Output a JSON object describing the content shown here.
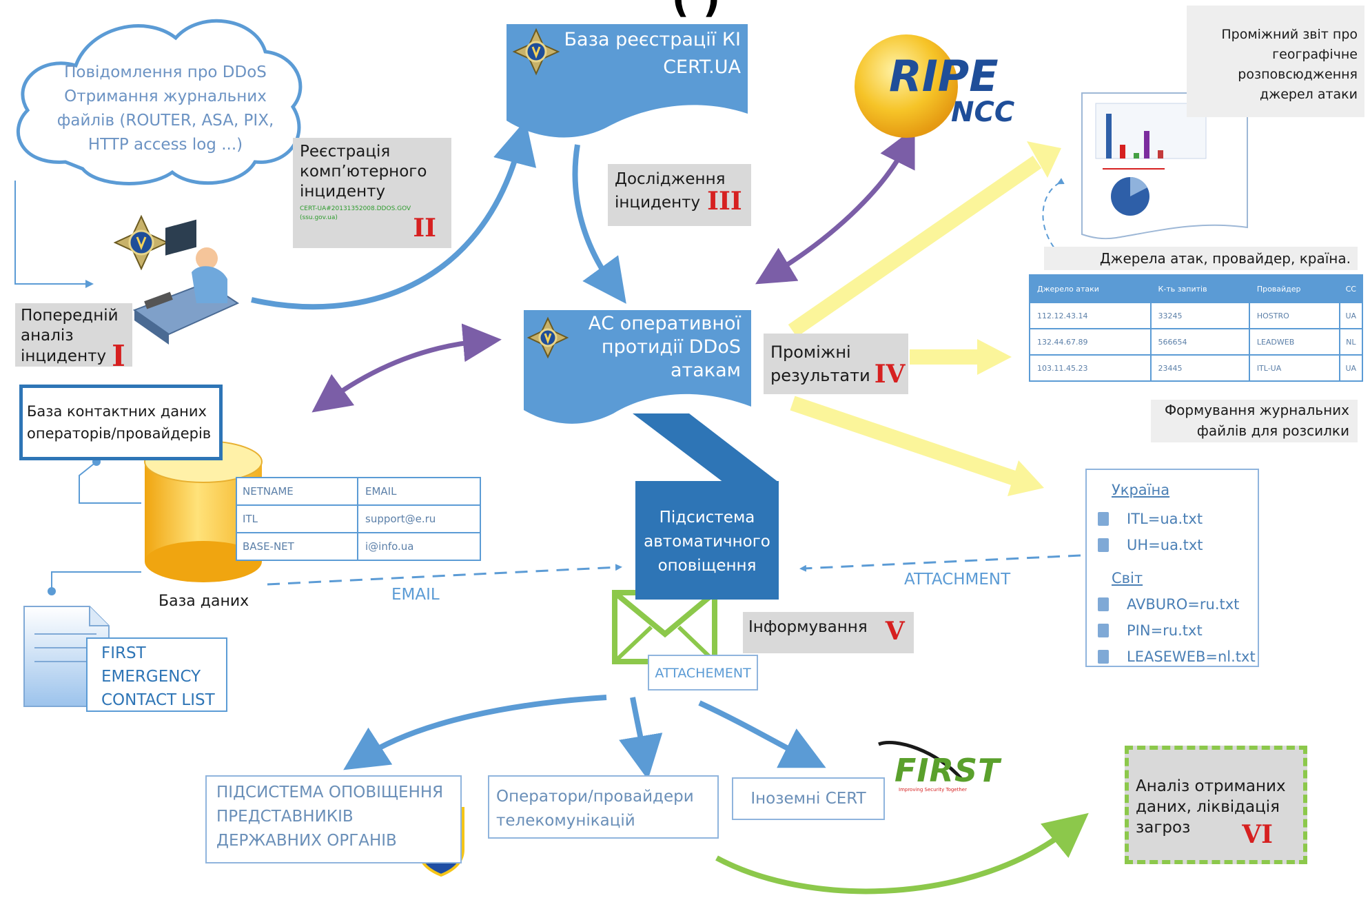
{
  "title_fragment": "(                                        )",
  "cloud": {
    "lines": [
      "Повідомлення про DDoS",
      "Отримання журнальних",
      "файлів (ROUTER, ASA, PIX,",
      "HTTP access log ...)"
    ]
  },
  "stage1": {
    "lines": [
      "Попередній",
      "аналіз",
      "інциденту"
    ],
    "roman": "I"
  },
  "stage2": {
    "lines": [
      "Реєстрація",
      "комп’ютерного",
      "інциденту"
    ],
    "small": [
      "CERT-UA#20131352008.DDOS.GOV",
      "(ssu.gov.ua)"
    ],
    "roman": "II"
  },
  "stage3": {
    "lines": [
      "Дослідження",
      "інциденту"
    ],
    "roman": "III"
  },
  "stage4": {
    "lines": [
      "Проміжні",
      "результати"
    ],
    "roman": "IV"
  },
  "stage5": {
    "label": "Інформування",
    "roman": "V"
  },
  "stage6": {
    "lines": [
      "Аналіз отриманих",
      "даних, ліквідація",
      "загроз"
    ],
    "roman": "VI"
  },
  "registry": {
    "lines": [
      "База реєстрації КІ",
      "CERT.UA"
    ]
  },
  "as_system": {
    "lines": [
      "АС оперативної",
      "протидії DDoS",
      "атакам"
    ]
  },
  "notify_system": {
    "lines": [
      "Підсистема",
      "автоматичного",
      "оповіщення"
    ]
  },
  "ripe": {
    "line1": "RIPE",
    "line2": "NCC"
  },
  "geo_report": {
    "lines": [
      "Проміжний звіт про",
      "географічне",
      "розповсюдження",
      "джерел атаки"
    ]
  },
  "sources_caption": "Джерела атак, провайдер, країна.",
  "sources_table": {
    "headers": [
      "Джерело атаки",
      "К-ть запитів",
      "Провайдер",
      "CC"
    ],
    "rows": [
      [
        "112.12.43.14",
        "33245",
        "HOSTRO",
        "UA"
      ],
      [
        "132.44.67.89",
        "566654",
        "LEADWEB",
        "NL"
      ],
      [
        "103.11.45.23",
        "23445",
        "ITL-UA",
        "UA"
      ]
    ]
  },
  "logs_caption": {
    "lines": [
      "Формування журнальних",
      "файлів для розсилки"
    ]
  },
  "files": {
    "ukraine_label": "Україна",
    "ukraine": [
      "ITL=ua.txt",
      "UH=ua.txt"
    ],
    "world_label": "Світ",
    "world": [
      "AVBURO=ru.txt",
      "PIN=ru.txt",
      "LEASEWEB=nl.txt"
    ]
  },
  "contacts_db": {
    "lines": [
      "База контактних даних",
      "операторів/провайдерів"
    ]
  },
  "db_table": {
    "rows": [
      [
        "NETNAME",
        "EMAIL"
      ],
      [
        "ITL",
        "support@e.ru"
      ],
      [
        "BASE-NET",
        "i@info.ua"
      ]
    ]
  },
  "db_label": "База даних",
  "first_list": {
    "lines": [
      "FIRST",
      "EMERGENCY",
      "CONTACT LIST"
    ]
  },
  "email_label": "EMAIL",
  "attachment_label": "ATTACHMENT",
  "attachement_box": "ATTACHEMENT",
  "outputs": {
    "gov": [
      "ПІДСИСТЕМА ОПОВІЩЕННЯ",
      "ПРЕДСТАВНИКІВ",
      "ДЕРЖАВНИХ ОРГАНІВ"
    ],
    "operators": [
      "Оператори/провайдери",
      "телекомунікацій"
    ],
    "foreign": "Іноземні CERT"
  },
  "first_logo": {
    "text": "FIRST",
    "tagline": "Improving Security Together"
  },
  "colors": {
    "blue": "#5b9bd5",
    "dark_blue": "#2e75b6",
    "navy": "#1f5fa8",
    "purple": "#7b5ea7",
    "yellow": "#fbf59a",
    "green": "#8cc84b",
    "red": "#d62020",
    "gray_box": "#d9d9d9"
  }
}
